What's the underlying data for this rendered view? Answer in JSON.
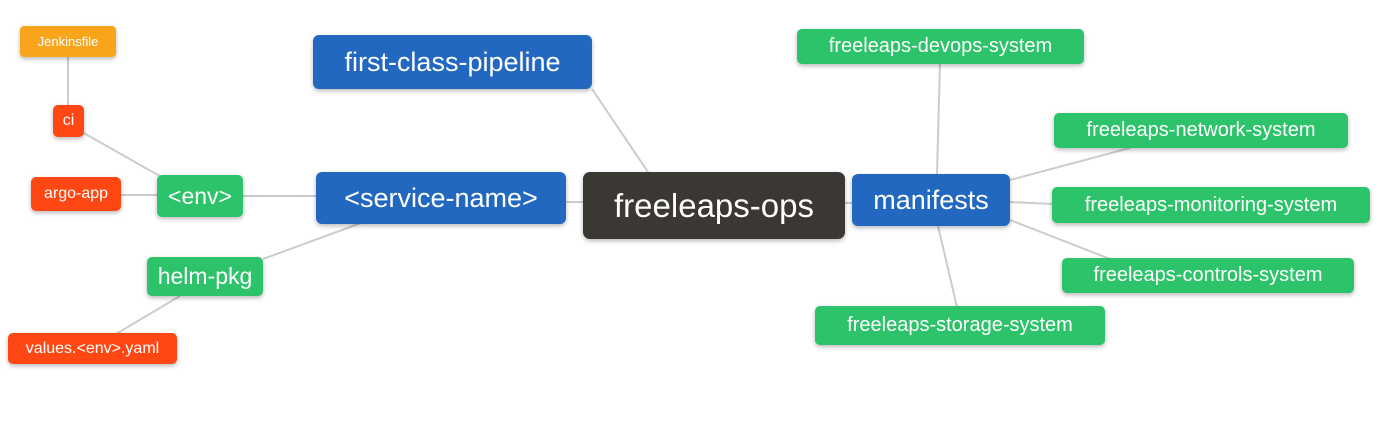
{
  "diagram": {
    "type": "mindmap",
    "background": "#ffffff"
  },
  "colors": {
    "root_bg": "#3b3733",
    "branch_blue_bg": "#2268c0",
    "node_green_bg": "#2cc36a",
    "node_red_bg": "#ff4714",
    "node_orange_bg": "#f9a51c",
    "edge_line": "#cccccc",
    "node_text": "#ffffff"
  },
  "nodes": {
    "freeleaps_ops": {
      "label": "freeleaps-ops"
    },
    "first_class_pipeline": {
      "label": "first-class-pipeline"
    },
    "service_name": {
      "label": "<service-name>"
    },
    "env": {
      "label": "<env>"
    },
    "ci": {
      "label": "ci"
    },
    "jenkinsfile": {
      "label": "Jenkinsfile"
    },
    "argo_app": {
      "label": "argo-app"
    },
    "helm_pkg": {
      "label": "helm-pkg"
    },
    "values_env_yaml": {
      "label": "values.<env>.yaml"
    },
    "manifests": {
      "label": "manifests"
    },
    "devops_system": {
      "label": "freeleaps-devops-system"
    },
    "network_system": {
      "label": "freeleaps-network-system"
    },
    "monitoring_system": {
      "label": "freeleaps-monitoring-system"
    },
    "controls_system": {
      "label": "freeleaps-controls-system"
    },
    "storage_system": {
      "label": "freeleaps-storage-system"
    }
  },
  "edges": [
    {
      "from": "jenkinsfile",
      "to": "ci"
    },
    {
      "from": "ci",
      "to": "env"
    },
    {
      "from": "argo_app",
      "to": "env"
    },
    {
      "from": "env",
      "to": "service_name"
    },
    {
      "from": "helm_pkg",
      "to": "service_name"
    },
    {
      "from": "values_env_yaml",
      "to": "helm_pkg"
    },
    {
      "from": "first_class_pipeline",
      "to": "freeleaps_ops"
    },
    {
      "from": "service_name",
      "to": "freeleaps_ops"
    },
    {
      "from": "freeleaps_ops",
      "to": "manifests"
    },
    {
      "from": "manifests",
      "to": "devops_system"
    },
    {
      "from": "manifests",
      "to": "network_system"
    },
    {
      "from": "manifests",
      "to": "monitoring_system"
    },
    {
      "from": "manifests",
      "to": "controls_system"
    },
    {
      "from": "manifests",
      "to": "storage_system"
    }
  ]
}
